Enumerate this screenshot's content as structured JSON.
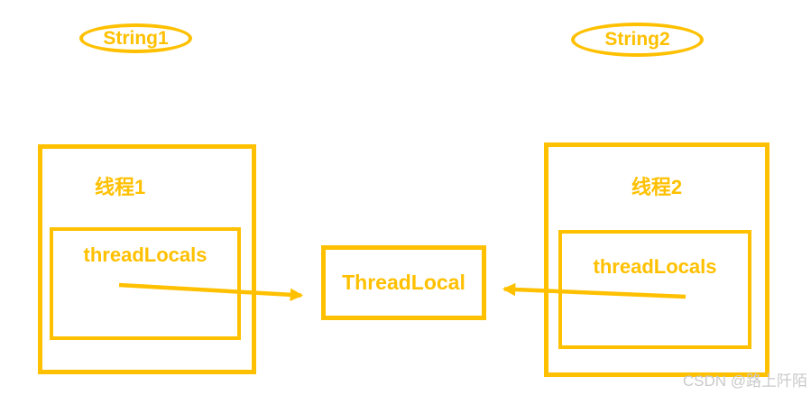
{
  "colors": {
    "accent": "#FFC000",
    "watermark": "#C9C9C9",
    "background": "#FFFFFF"
  },
  "diagram": {
    "string1": {
      "label": "String1"
    },
    "string2": {
      "label": "String2"
    },
    "thread1": {
      "title": "线程1",
      "field_label": "threadLocals"
    },
    "thread2": {
      "title": "线程2",
      "field_label": "threadLocals"
    },
    "center": {
      "label": "ThreadLocal"
    },
    "arrows": [
      {
        "from": "thread1.threadLocals",
        "to": "ThreadLocal",
        "direction": "right"
      },
      {
        "from": "thread2.threadLocals",
        "to": "ThreadLocal",
        "direction": "left"
      }
    ]
  },
  "watermark": {
    "text": "CSDN @路上阡陌"
  }
}
